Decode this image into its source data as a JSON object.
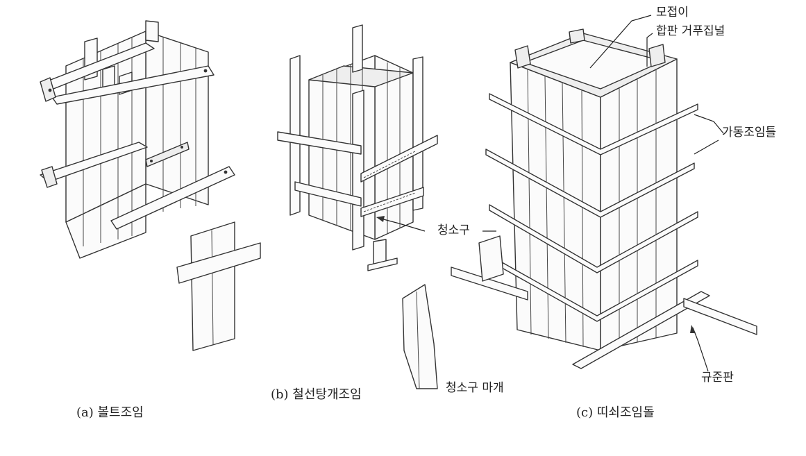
{
  "labels": {
    "mojeobi": "모접이",
    "hapan": "합판 거푸집널",
    "gadong": "가동조임틀",
    "cheongsogu": "청소구",
    "gyujunpan": "규준판",
    "cheongsogu_magae": "청소구 마개"
  },
  "captions": {
    "a": "(a) 볼트조임",
    "b": "(b) 철선탕개조임",
    "c": "(c) 띠쇠조임돌"
  }
}
